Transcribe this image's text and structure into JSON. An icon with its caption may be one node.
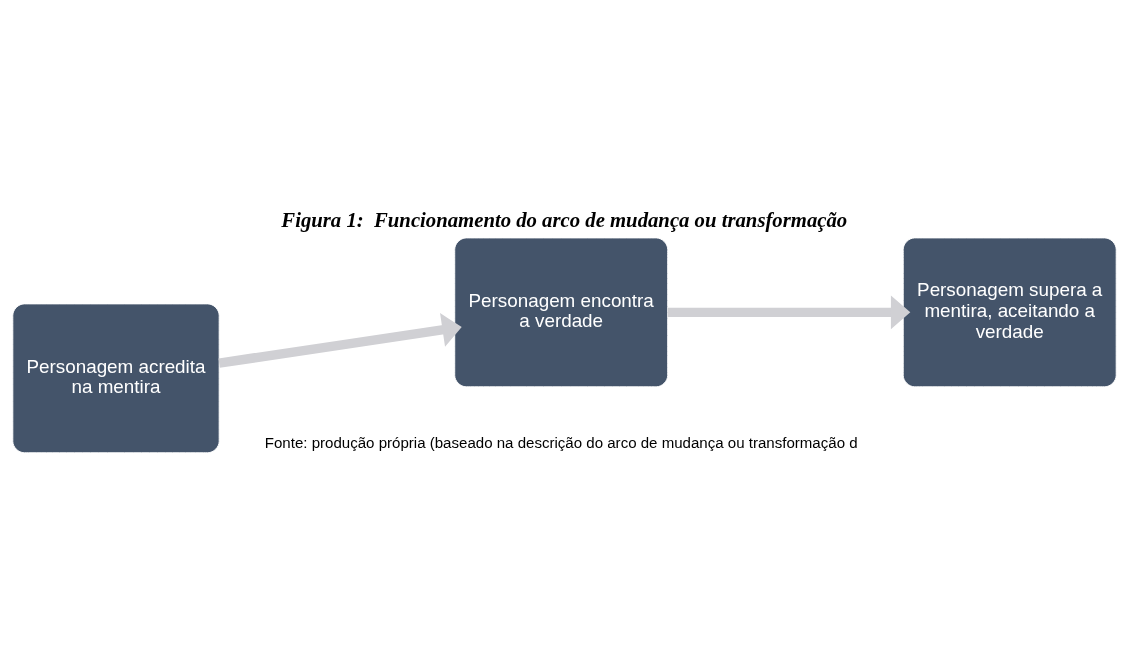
{
  "diagram": {
    "title": "Figura 1:  Funcionamento do arco de mudança ou transformação",
    "caption": "Fonte: produção própria (baseado na descrição do arco de mudança ou transformação d",
    "nodes": [
      {
        "text": [
          "Personagem acredita na mentira"
        ]
      },
      {
        "text": [
          "Personagem encontra a verdade"
        ]
      },
      {
        "text": [
          "Personagem supera a mentira, aceitando a verdade"
        ]
      }
    ],
    "edges": [
      {
        "from": 0,
        "to": 1,
        "arrow": "to"
      },
      {
        "from": 1,
        "to": 2,
        "arrow": "to"
      }
    ]
  }
}
